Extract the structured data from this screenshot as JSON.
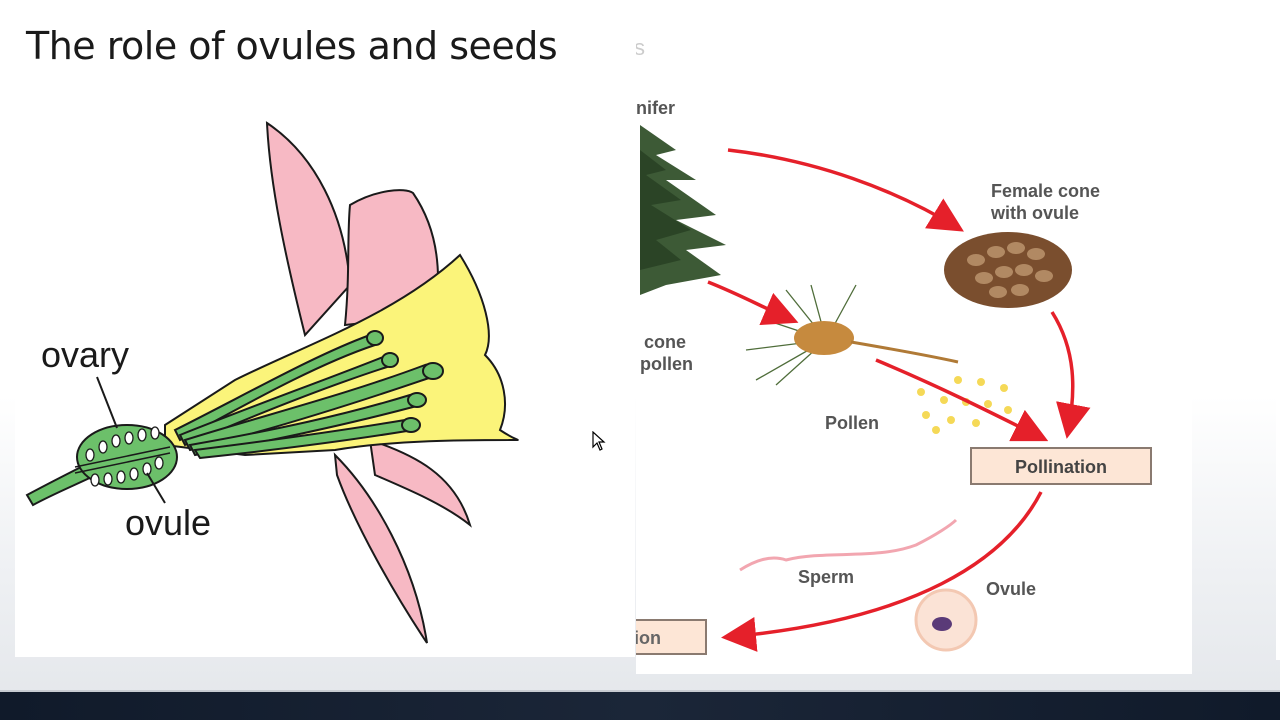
{
  "slide": {
    "title": "The role of ovules and seeds"
  },
  "flower_diagram": {
    "label_ovary": "ovary",
    "label_ovule": "ovule",
    "colors": {
      "petal": "#f7b9c4",
      "corolla": "#fbf47a",
      "stamen": "#6cc06a",
      "outline": "#1a1a1a"
    }
  },
  "conifer_diagram": {
    "label_conifer": "nifer",
    "label_female_cone_line1": "Female cone",
    "label_female_cone_line2": "with ovule",
    "label_cone_line1": "cone",
    "label_cone_line2": "pollen",
    "label_pollen": "Pollen",
    "label_pollination": "Pollination",
    "label_sperm": "Sperm",
    "label_ovule": "Ovule",
    "label_fertilization": "ertilization",
    "colors": {
      "arrow": "#e5202a",
      "box_fill": "#fde6d6",
      "label": "#555555"
    }
  }
}
